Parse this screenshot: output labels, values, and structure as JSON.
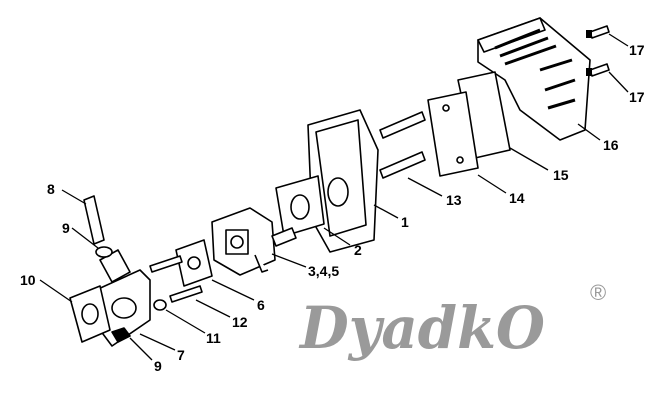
{
  "diagram": {
    "labels": {
      "p17a": "17",
      "p17b": "17",
      "p16": "16",
      "p15": "15",
      "p14": "14",
      "p13": "13",
      "p1": "1",
      "p2": "2",
      "p345": "3,4,5",
      "p6": "6",
      "p12": "12",
      "p11": "11",
      "p7": "7",
      "p9a": "9",
      "p9b": "9",
      "p10": "10",
      "p8": "8"
    },
    "watermark": {
      "text": "DyadkO",
      "mark": "®"
    }
  }
}
